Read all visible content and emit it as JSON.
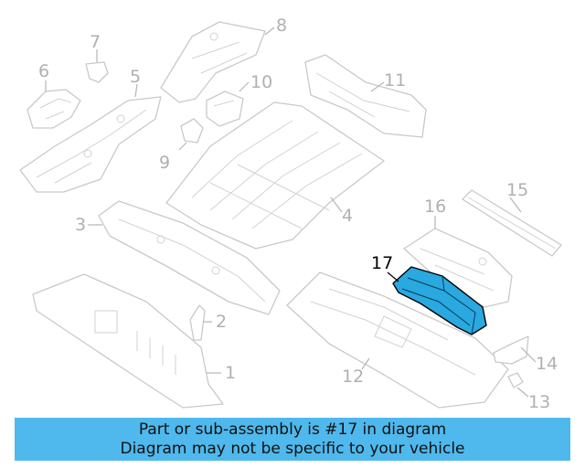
{
  "highlight_color": "#2aa8e0",
  "banner_color": "#4fb8ec",
  "callouts": {
    "p1": "1",
    "p2": "2",
    "p3": "3",
    "p4": "4",
    "p5": "5",
    "p6": "6",
    "p7": "7",
    "p8": "8",
    "p9": "9",
    "p10": "10",
    "p11": "11",
    "p12": "12",
    "p13": "13",
    "p14": "14",
    "p15": "15",
    "p16": "16",
    "p17": "17"
  },
  "banner": {
    "line1": "Part or sub-assembly is #17 in diagram",
    "line2": "Diagram may not be specific to your vehicle"
  }
}
